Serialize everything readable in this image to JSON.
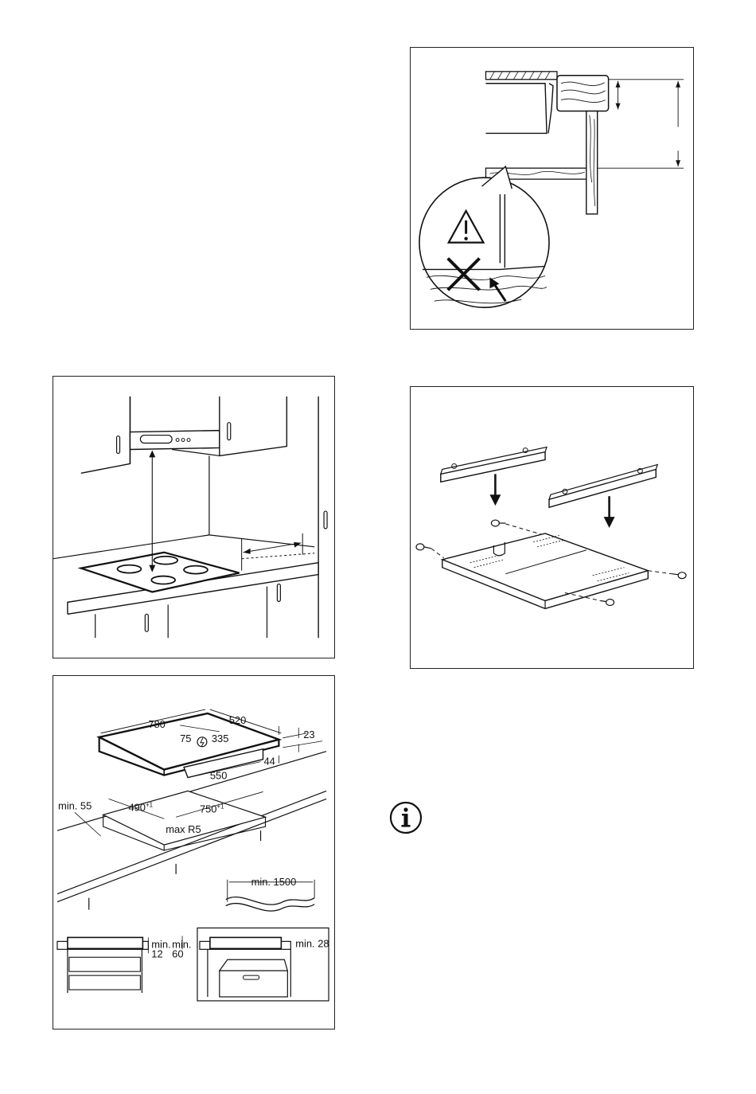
{
  "panels": {
    "countertop": {},
    "kitchen": {},
    "brackets": {},
    "dimensions": {
      "width": "780",
      "depth": "520",
      "d75": "75",
      "d335": "335",
      "thickness": "23",
      "height": "44",
      "bottom_width": "550",
      "min55": "min. 55",
      "cut_depth": "490",
      "cut_depth_tol": "+1",
      "cut_width": "750",
      "cut_width_tol": "+1",
      "radius": "max R5",
      "cable": "min. 1500",
      "min12_label": "min.",
      "min12": "12",
      "min60_label": "min.",
      "min60": "60",
      "min28": "min. 28"
    }
  },
  "icons": {
    "info": "info-icon",
    "warning": "warning-icon",
    "power": "power-icon"
  }
}
